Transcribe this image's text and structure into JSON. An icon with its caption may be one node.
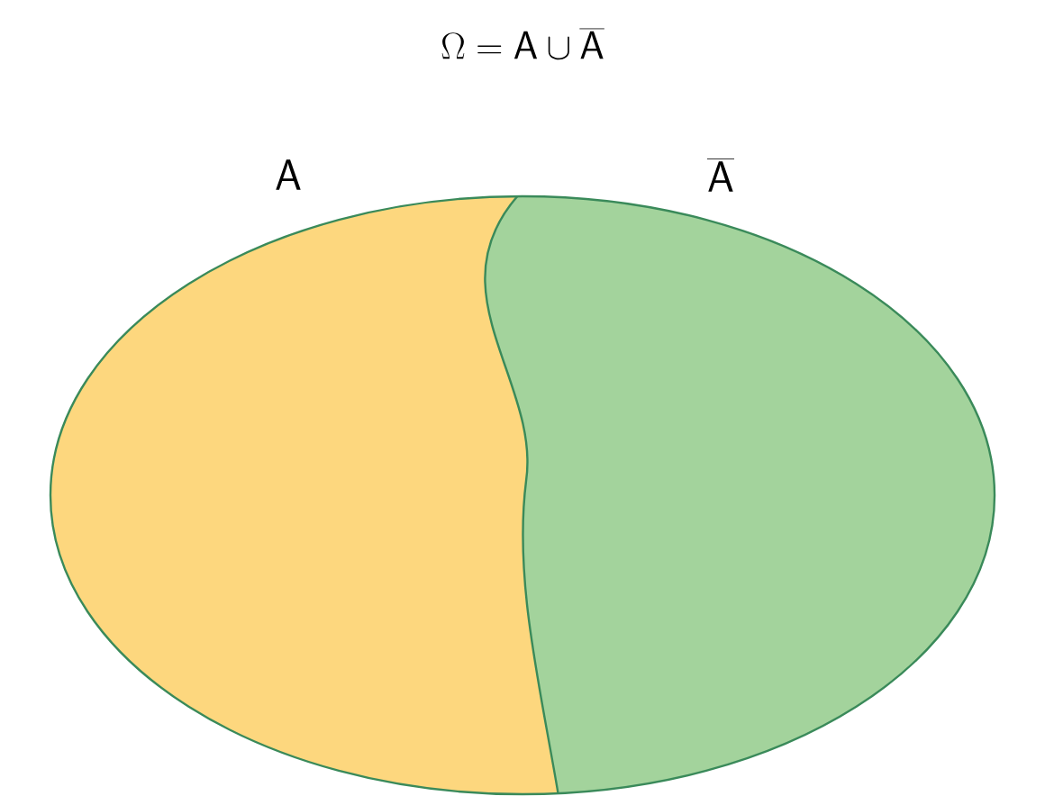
{
  "diagram": {
    "title": "\\Omega = \\mathsf{A} \\cup \\overline{\\mathsf{A}}",
    "nodes": [
      {
        "text": [
          "\\mathsf{A}"
        ]
      },
      {
        "text": [
          "\\overline{\\mathsf{A}}"
        ]
      }
    ]
  }
}
